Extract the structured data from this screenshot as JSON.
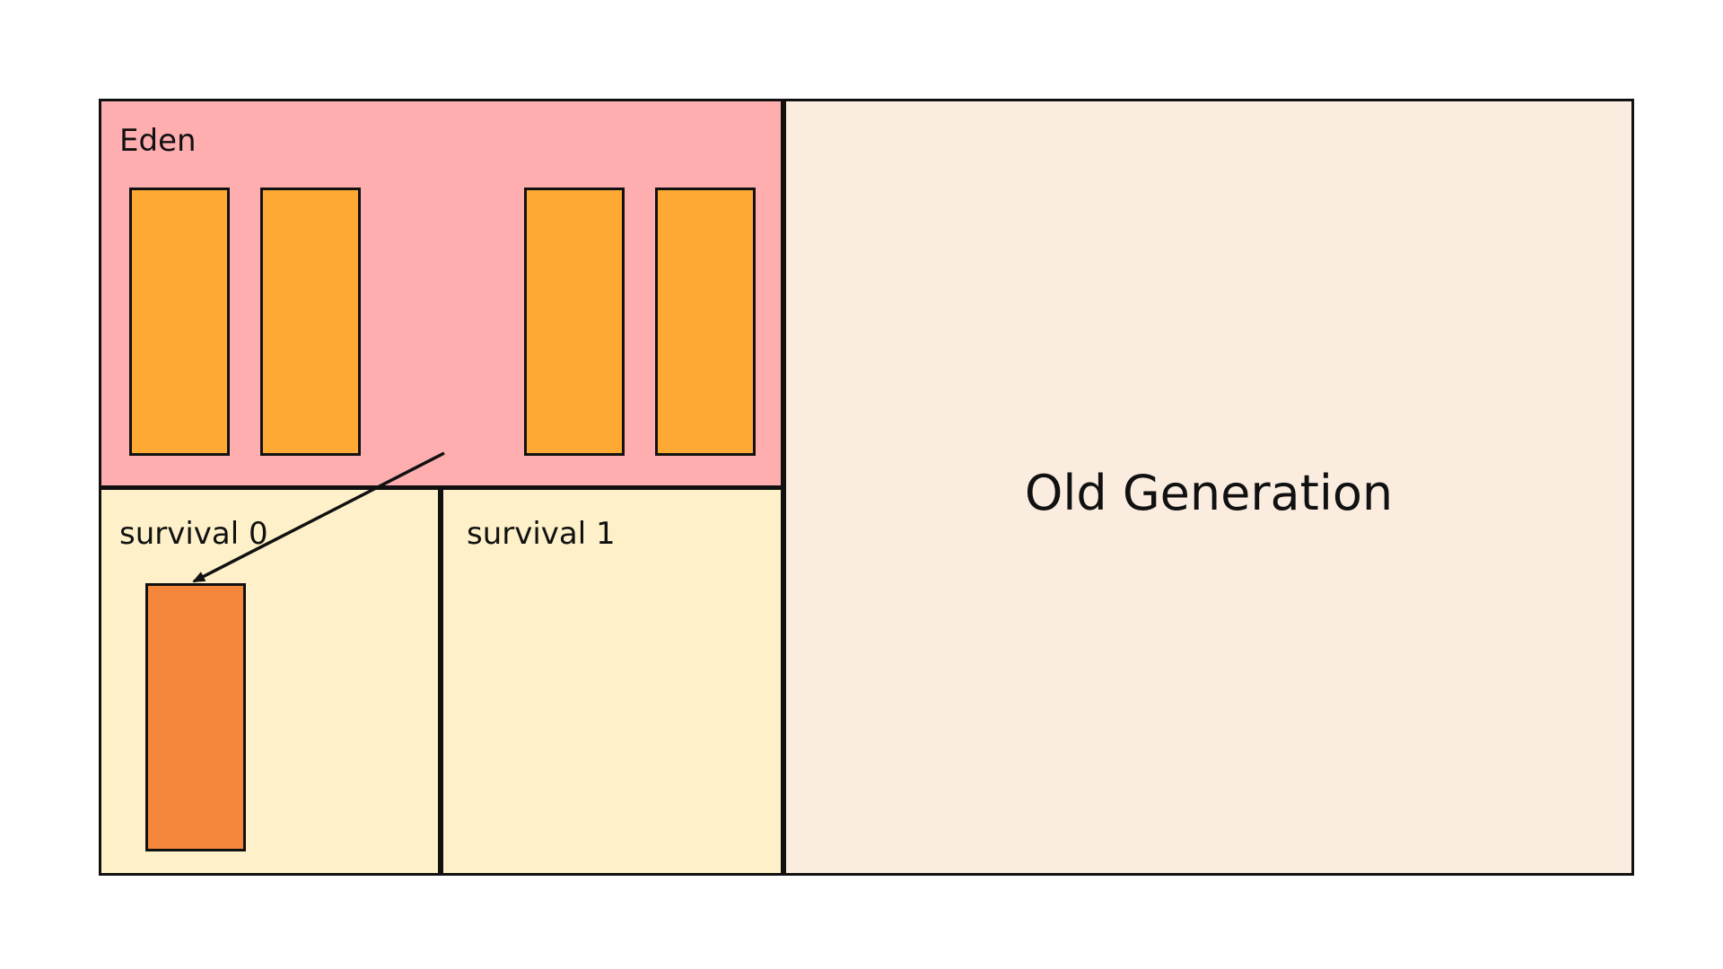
{
  "diagram": {
    "eden": {
      "label": "Eden",
      "color": "#ffaeb0"
    },
    "survival0": {
      "label": "survival 0",
      "color": "#fef1c9"
    },
    "survival1": {
      "label": "survival 1",
      "color": "#fef1c9"
    },
    "old_generation": {
      "label": "Old Generation",
      "color": "#faeddf"
    },
    "eden_object_color": "#fea933",
    "survivor_object_color": "#f4873b",
    "arrow": {
      "from": "eden",
      "to": "survival 0"
    }
  }
}
